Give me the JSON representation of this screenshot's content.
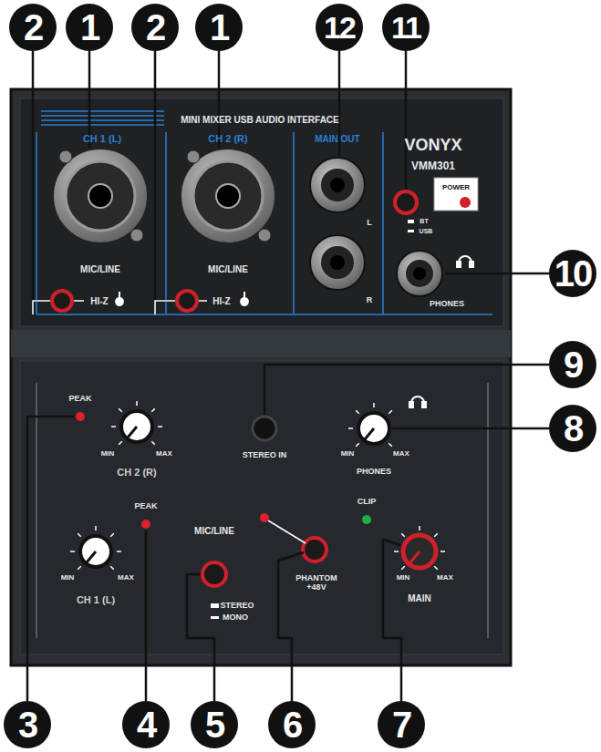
{
  "diagram": {
    "labels": [
      "2",
      "1",
      "2",
      "1",
      "12",
      "11",
      "MINI MIXER USB AUDIO INTERFACE",
      "CH 1 (L)",
      "CH 2 (R)",
      "MAIN OUT",
      "VONYX",
      "VMM301",
      "POWER",
      "BT",
      "USB",
      "L",
      "MIC/LINE",
      "MIC/LINE",
      "HI-Z",
      "HI-Z",
      "10",
      "R",
      "PHONES",
      "9",
      "PEAK",
      "8",
      "MIN",
      "MAX",
      "CH 2 (R)",
      "STEREO IN",
      "MIN",
      "MAX",
      "PHONES",
      "PEAK",
      "MIC/LINE",
      "CLIP",
      "MIN",
      "MAX",
      "CH 1 (L)",
      "STEREO",
      "MONO",
      "PHANTOM +48V",
      "MIN",
      "MAX",
      "MAIN",
      "3",
      "4",
      "5",
      "6",
      "7"
    ]
  }
}
